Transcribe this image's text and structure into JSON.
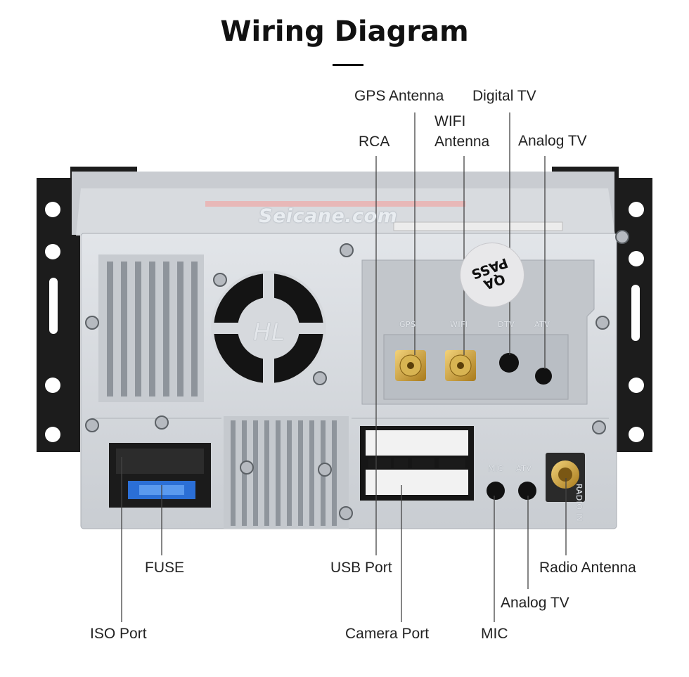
{
  "title": "Wiring Diagram",
  "watermark": "Seicane.com",
  "fan_logo": "HL",
  "qa_badge": {
    "line1": "QA",
    "line2": "PASS"
  },
  "panel_markings": {
    "gps": "GPS",
    "wifi": "WIFI",
    "dtv": "DTV",
    "atv_top": "ATV",
    "mic": "MIC",
    "atv_bottom": "ATV",
    "radio_in": "RADIO IN"
  },
  "labels": {
    "gps_antenna": "GPS Antenna",
    "digital_tv": "Digital TV",
    "rca": "RCA",
    "wifi_antenna_line1": "WIFI",
    "wifi_antenna_line2": "Antenna",
    "analog_tv_top": "Analog TV",
    "fuse": "FUSE",
    "usb_port": "USB Port",
    "radio_antenna": "Radio Antenna",
    "analog_tv_bottom": "Analog TV",
    "iso_port": "ISO Port",
    "camera_port": "Camera Port",
    "mic": "MIC"
  },
  "colors": {
    "chassis": "#d3d6da",
    "bracket": "#1a1a1a",
    "fuse_blue": "#2b6fd6",
    "connector_gold": "#c9a23a",
    "leader_line": "#444444"
  }
}
